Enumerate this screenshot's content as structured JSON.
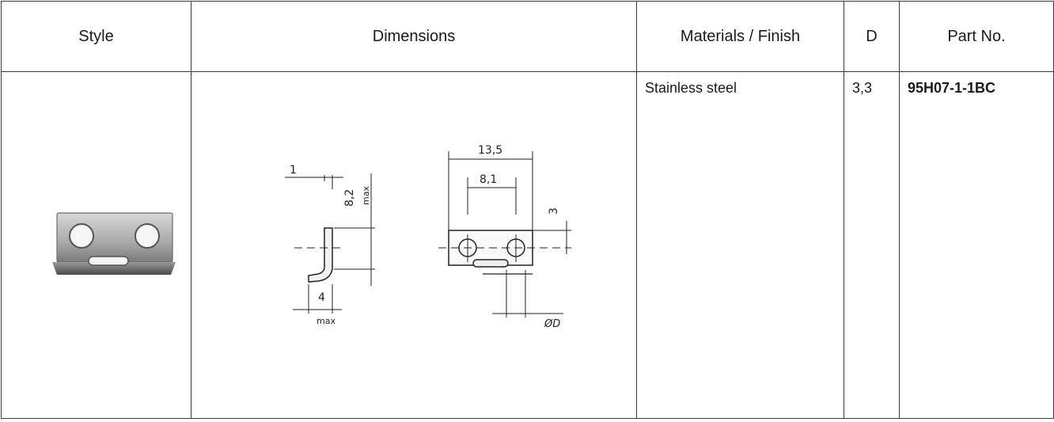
{
  "headers": {
    "style": "Style",
    "dimensions": "Dimensions",
    "materials": "Materials / Finish",
    "d": "D",
    "part_no": "Part No."
  },
  "row": {
    "material": "Stainless steel",
    "d": "3,3",
    "part_no": "95H07-1-1BC"
  },
  "drawing": {
    "thickness": "1",
    "height": "8,2",
    "height_note": "max",
    "depth": "4",
    "depth_note": "max",
    "overall_width": "13,5",
    "hole_spacing": "8,1",
    "hole_offset": "3",
    "hole_dia": "ØD"
  }
}
